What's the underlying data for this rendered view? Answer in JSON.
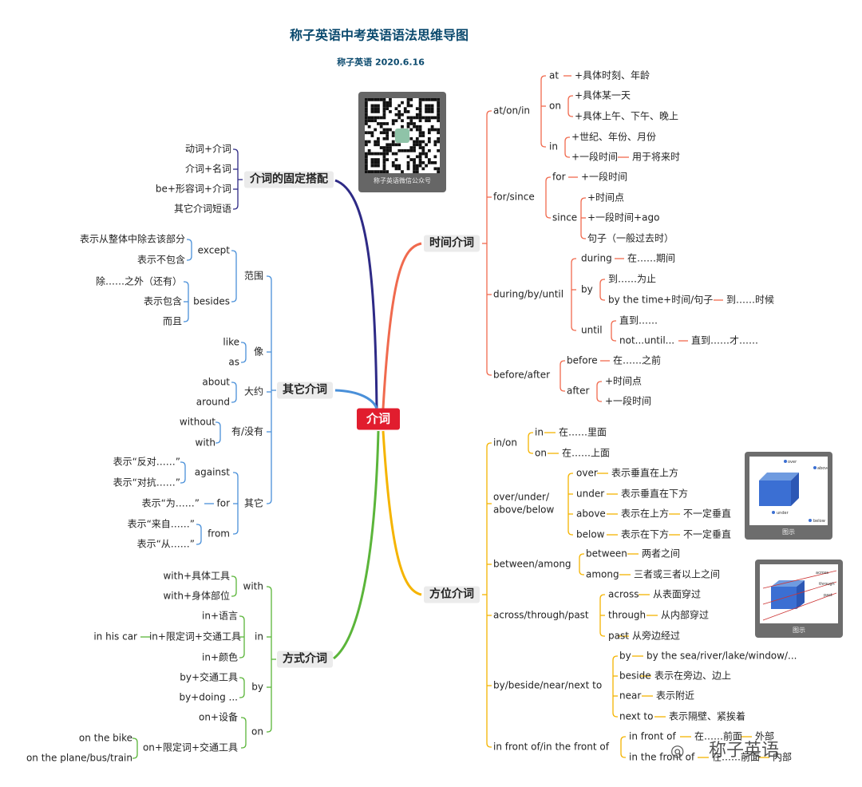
{
  "header": {
    "title": "称子英语中考英语语法思维导图",
    "subtitle": "称子英语 2020.6.16"
  },
  "qr": {
    "caption": "称子英语微信公众号"
  },
  "figures": {
    "caption": "图示",
    "fig1": {
      "over": "over",
      "above": "above",
      "under": "under",
      "below": "below"
    },
    "fig2": {
      "across": "across",
      "through": "through",
      "past": "past"
    }
  },
  "watermark": {
    "text": "称子英语"
  },
  "colors": {
    "root": "#e11d2e",
    "fixed": "#2e2a86",
    "other": "#4a90d9",
    "manner": "#5bb53a",
    "time": "#f06a4e",
    "place": "#f5b400"
  },
  "root": "介词",
  "fixed": {
    "label": "介词的固定搭配",
    "items": [
      "动词+介词",
      "介词+名词",
      "be+形容词+介词",
      "其它介词短语"
    ]
  },
  "other": {
    "label": "其它介词",
    "range": {
      "label": "范围",
      "except": {
        "label": "except",
        "items": [
          "表示从整体中除去该部分",
          "表示不包含"
        ]
      },
      "besides": {
        "label": "besides",
        "items": [
          "除……之外（还有）",
          "表示包含",
          "而且"
        ]
      }
    },
    "like": {
      "label": "像",
      "items": [
        "like",
        "as"
      ]
    },
    "about": {
      "label": "大约",
      "items": [
        "about",
        "around"
      ]
    },
    "with": {
      "label": "有/没有",
      "items": [
        "without",
        "with"
      ]
    },
    "misc": {
      "label": "其它",
      "against": {
        "label": "against",
        "items": [
          "表示“反对……”",
          "表示“对抗……”"
        ]
      },
      "for": {
        "label": "for",
        "item": "表示“为……”"
      },
      "from": {
        "label": "from",
        "items": [
          "表示“来自……”",
          "表示“从……”"
        ]
      }
    }
  },
  "manner": {
    "label": "方式介词",
    "with": {
      "label": "with",
      "items": [
        "with+具体工具",
        "with+身体部位"
      ]
    },
    "in": {
      "label": "in",
      "items": [
        "in+语言",
        "in+限定词+交通工具",
        "in+颜色"
      ],
      "sub": "in his car"
    },
    "by": {
      "label": "by",
      "items": [
        "by+交通工具",
        "by+doing ..."
      ]
    },
    "on": {
      "label": "on",
      "items": [
        "on+设备",
        "on+限定词+交通工具"
      ],
      "subs": [
        "on the bike",
        "on the plane/bus/train"
      ]
    }
  },
  "time": {
    "label": "时间介词",
    "aoi": {
      "label": "at/on/in",
      "at": {
        "label": "at",
        "items": [
          "+具体时刻、年龄"
        ]
      },
      "on": {
        "label": "on",
        "items": [
          "+具体某一天",
          "+具体上午、下午、晚上"
        ]
      },
      "in": {
        "label": "in",
        "items": [
          "+世纪、年份、月份",
          "+一段时间"
        ],
        "note": "用于将来时"
      }
    },
    "fs": {
      "label": "for/since",
      "for": {
        "label": "for",
        "item": "+一段时间"
      },
      "since": {
        "label": "since",
        "items": [
          "+时间点",
          "+一段时间+ago",
          "句子（一般过去时）"
        ]
      }
    },
    "dbu": {
      "label": "during/by/until",
      "during": {
        "label": "during",
        "item": "在……期间"
      },
      "by": {
        "label": "by",
        "items": [
          "到……为止",
          "by the time+时间/句子"
        ],
        "note": "到……时候"
      },
      "until": {
        "label": "until",
        "items": [
          "直到……",
          "not...until..."
        ],
        "note": "直到……才……"
      }
    },
    "ba": {
      "label": "before/after",
      "before": {
        "label": "before",
        "item": "在……之前"
      },
      "after": {
        "label": "after",
        "items": [
          "+时间点",
          "+一段时间"
        ]
      }
    }
  },
  "place": {
    "label": "方位介词",
    "inon": {
      "label": "in/on",
      "rows": [
        {
          "k": "in",
          "v": "在……里面"
        },
        {
          "k": "on",
          "v": "在……上面"
        }
      ]
    },
    "ouab": {
      "label1": "over/under/",
      "label2": "above/below",
      "rows": [
        {
          "k": "over",
          "v": "表示垂直在上方"
        },
        {
          "k": "under",
          "v": "表示垂直在下方"
        },
        {
          "k": "above",
          "v": "表示在上方",
          "n": "不一定垂直"
        },
        {
          "k": "below",
          "v": "表示在下方",
          "n": "不一定垂直"
        }
      ]
    },
    "ba": {
      "label": "between/among",
      "rows": [
        {
          "k": "between",
          "v": "两者之间"
        },
        {
          "k": "among",
          "v": "三者或三者以上之间"
        }
      ]
    },
    "atp": {
      "label": "across/through/past",
      "rows": [
        {
          "k": "across",
          "v": "从表面穿过"
        },
        {
          "k": "through",
          "v": "从内部穿过"
        },
        {
          "k": "past",
          "v": "从旁边经过"
        }
      ]
    },
    "bbnn": {
      "label": "by/beside/near/next to",
      "rows": [
        {
          "k": "by",
          "v": "by the sea/river/lake/window/..."
        },
        {
          "k": "beside",
          "v": "表示在旁边、边上"
        },
        {
          "k": "near",
          "v": "表示附近"
        },
        {
          "k": "next to",
          "v": "表示隔壁、紧挨着"
        }
      ]
    },
    "front": {
      "label": "in front of/in the front of",
      "rows": [
        {
          "k": "in front of",
          "v": "在……前面",
          "n": "外部"
        },
        {
          "k": "in the front of",
          "v": "在……前面",
          "n": "内部"
        }
      ]
    }
  }
}
